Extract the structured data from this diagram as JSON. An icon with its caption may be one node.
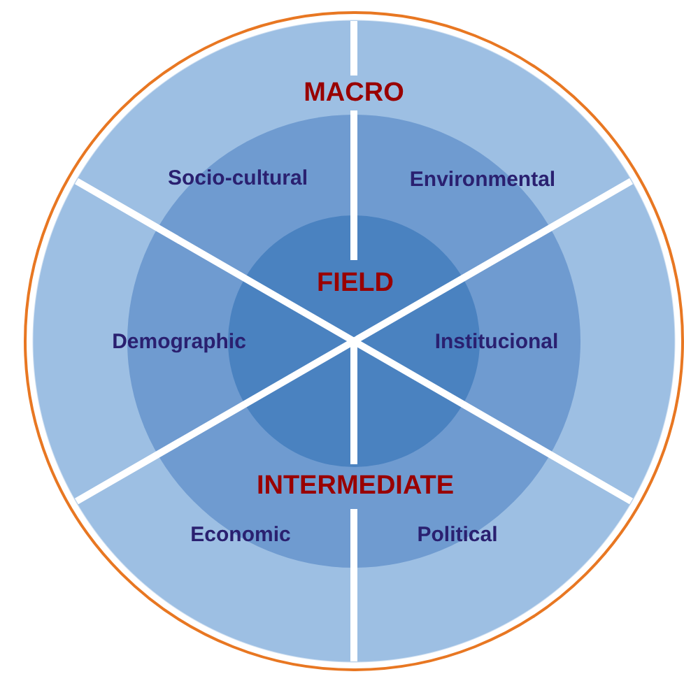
{
  "diagram": {
    "nodes": [
      {
        "text": [
          "MACRO"
        ]
      },
      {
        "text": [
          "INTERMEDIATE"
        ],
        "in": 0
      },
      {
        "text": [
          "FIELD"
        ],
        "in": 1
      }
    ],
    "labels": [
      "Socio-cultural",
      "Environmental",
      "Demographic",
      "Institucional",
      "Economic",
      "Political"
    ]
  }
}
